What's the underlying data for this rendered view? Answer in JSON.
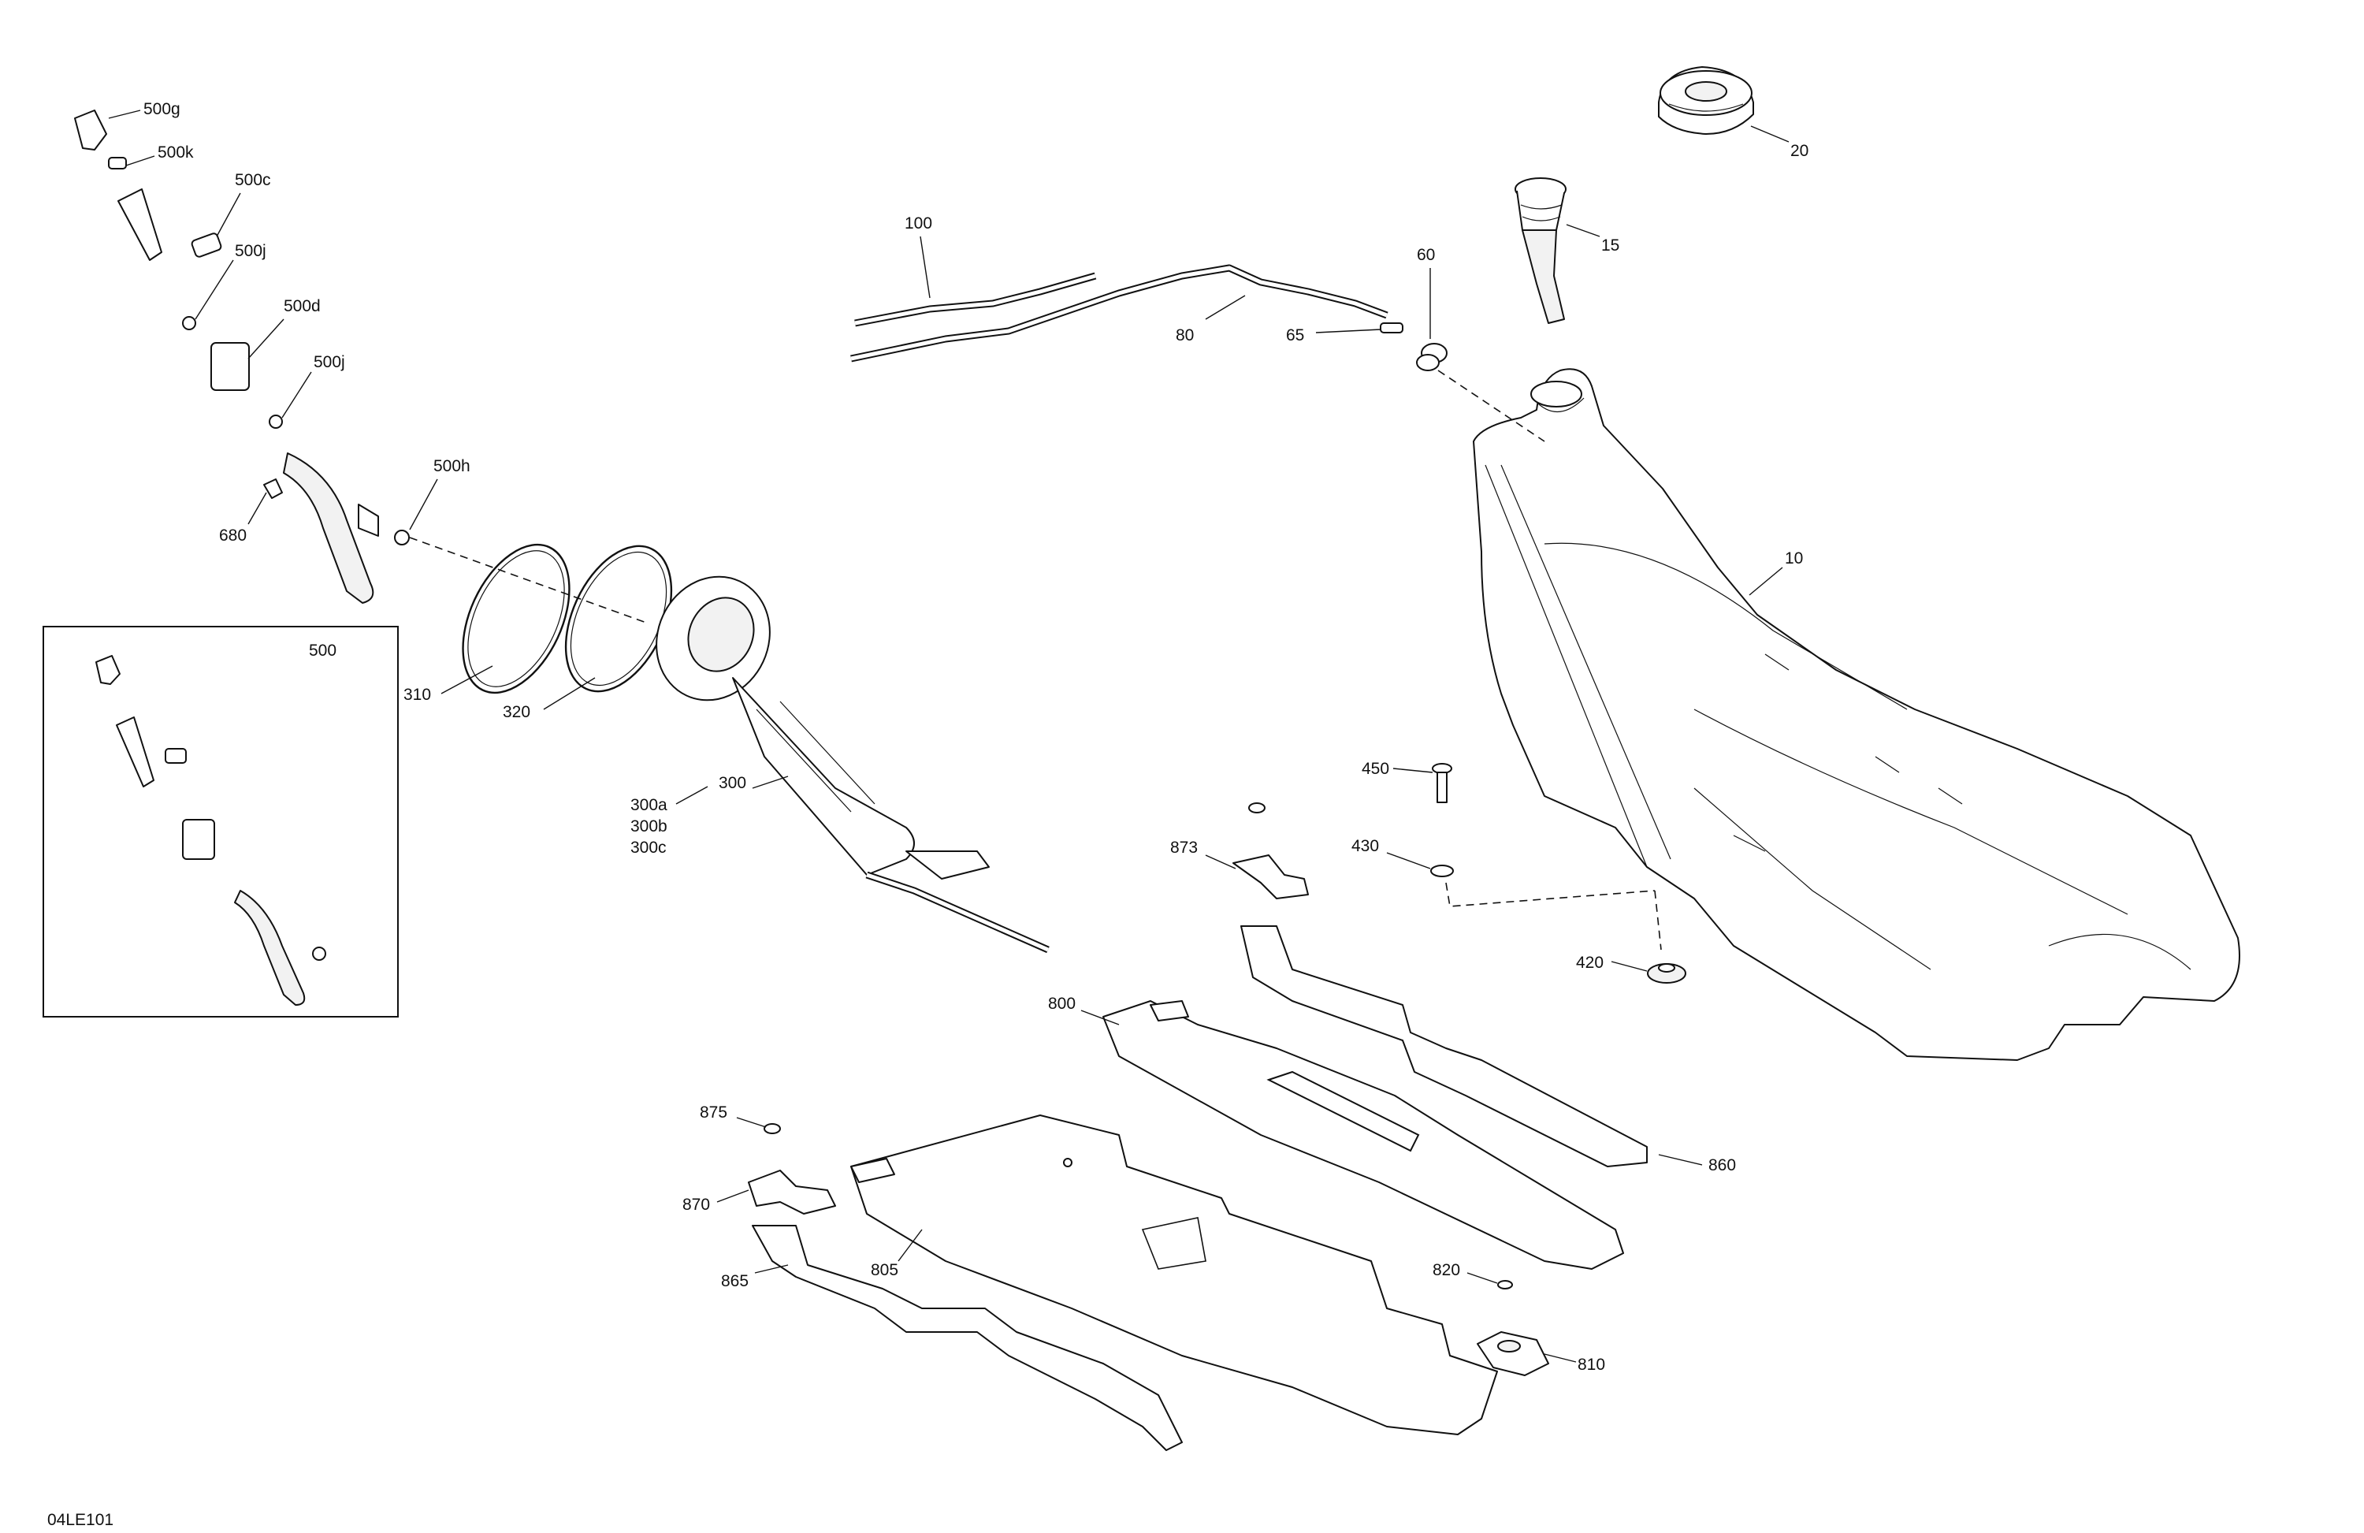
{
  "drawing_id": "04LE101",
  "labels": {
    "l20": "20",
    "l15": "15",
    "l10": "10",
    "l60": "60",
    "l65": "65",
    "l80": "80",
    "l100": "100",
    "l500g": "500g",
    "l500k": "500k",
    "l500c": "500c",
    "l500j_a": "500j",
    "l500d": "500d",
    "l500j_b": "500j",
    "l500h": "500h",
    "l680": "680",
    "l500": "500",
    "l310": "310",
    "l320": "320",
    "l300": "300",
    "l300a": "300a",
    "l300b": "300b",
    "l300c": "300c",
    "l450": "450",
    "l430": "430",
    "l420": "420",
    "l873": "873",
    "l800": "800",
    "l860": "860",
    "l875": "875",
    "l870": "870",
    "l805": "805",
    "l865": "865",
    "l820": "820",
    "l810": "810"
  }
}
